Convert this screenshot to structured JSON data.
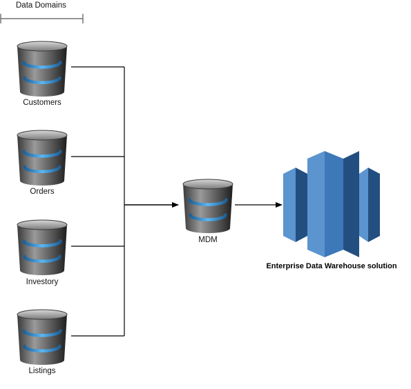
{
  "title": "Data Domains",
  "sources": [
    {
      "id": "customers",
      "label": "Customers"
    },
    {
      "id": "orders",
      "label": "Orders"
    },
    {
      "id": "investory",
      "label": "Investory"
    },
    {
      "id": "listings",
      "label": "Listings"
    }
  ],
  "hub": {
    "label": "MDM"
  },
  "target": {
    "label": "Enterprise Data Warehouse solution"
  },
  "colors": {
    "db_body_top": "#8a8a8a",
    "db_body_dark": "#2b2b2b",
    "db_band": "#3aa0e8",
    "warehouse_light": "#5b94cf",
    "warehouse_mid": "#3d78b8",
    "warehouse_dark": "#234f80",
    "line": "#000000"
  }
}
